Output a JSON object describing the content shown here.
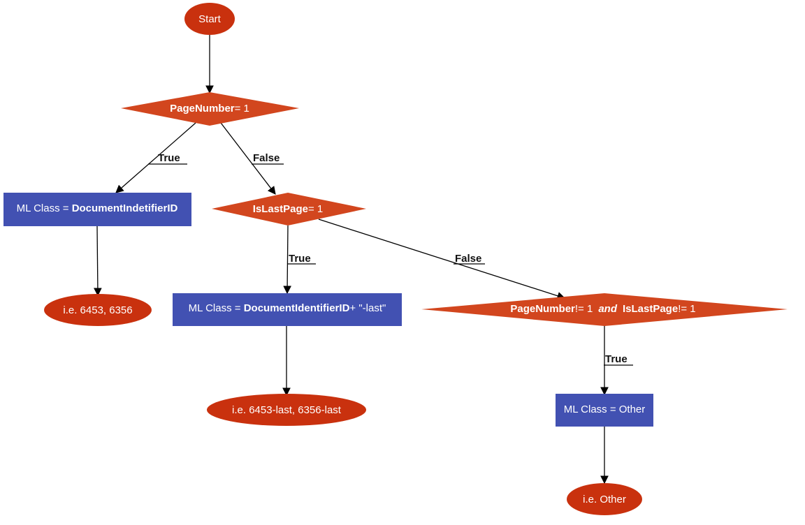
{
  "colors": {
    "oval": "#c9310e",
    "diamond": "#d2461e",
    "box": "#4251b2",
    "text_on_shape": "#ffffff",
    "edge": "#000000"
  },
  "nodes": {
    "start": {
      "text": "Start"
    },
    "d1": {
      "field": "PageNumber",
      "rest": "= 1"
    },
    "box1": {
      "prefix": "ML Class = ",
      "value": "DocumentIndetifierID"
    },
    "oval1": {
      "text": "i.e. 6453, 6356"
    },
    "d2": {
      "field": "IsLastPage",
      "rest": "= 1"
    },
    "box2": {
      "prefix": "ML Class = ",
      "value": "DocumentIdentifierID",
      "suffix": "+ \"-last\""
    },
    "oval2": {
      "text": "i.e. 6453-last, 6356-last"
    },
    "d3": {
      "field1": "PageNumber",
      "rest1": "!= 1",
      "conj": "and",
      "field2": "IsLastPage",
      "rest2": "!= 1"
    },
    "box3": {
      "text": "ML Class = Other"
    },
    "oval3": {
      "text": "i.e. Other"
    }
  },
  "edges": {
    "d1_true": "True",
    "d1_false": "False",
    "d2_true": "True",
    "d2_false": "False",
    "d3_true": "True"
  }
}
